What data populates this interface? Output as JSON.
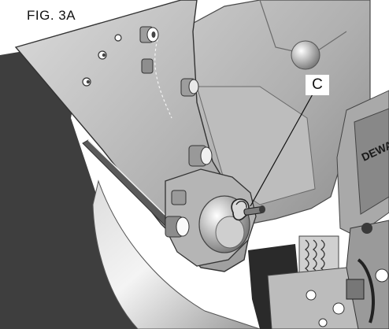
{
  "figure": {
    "title": "FIG. 3A",
    "callout_label": "C",
    "brand_text": "DEWA"
  }
}
